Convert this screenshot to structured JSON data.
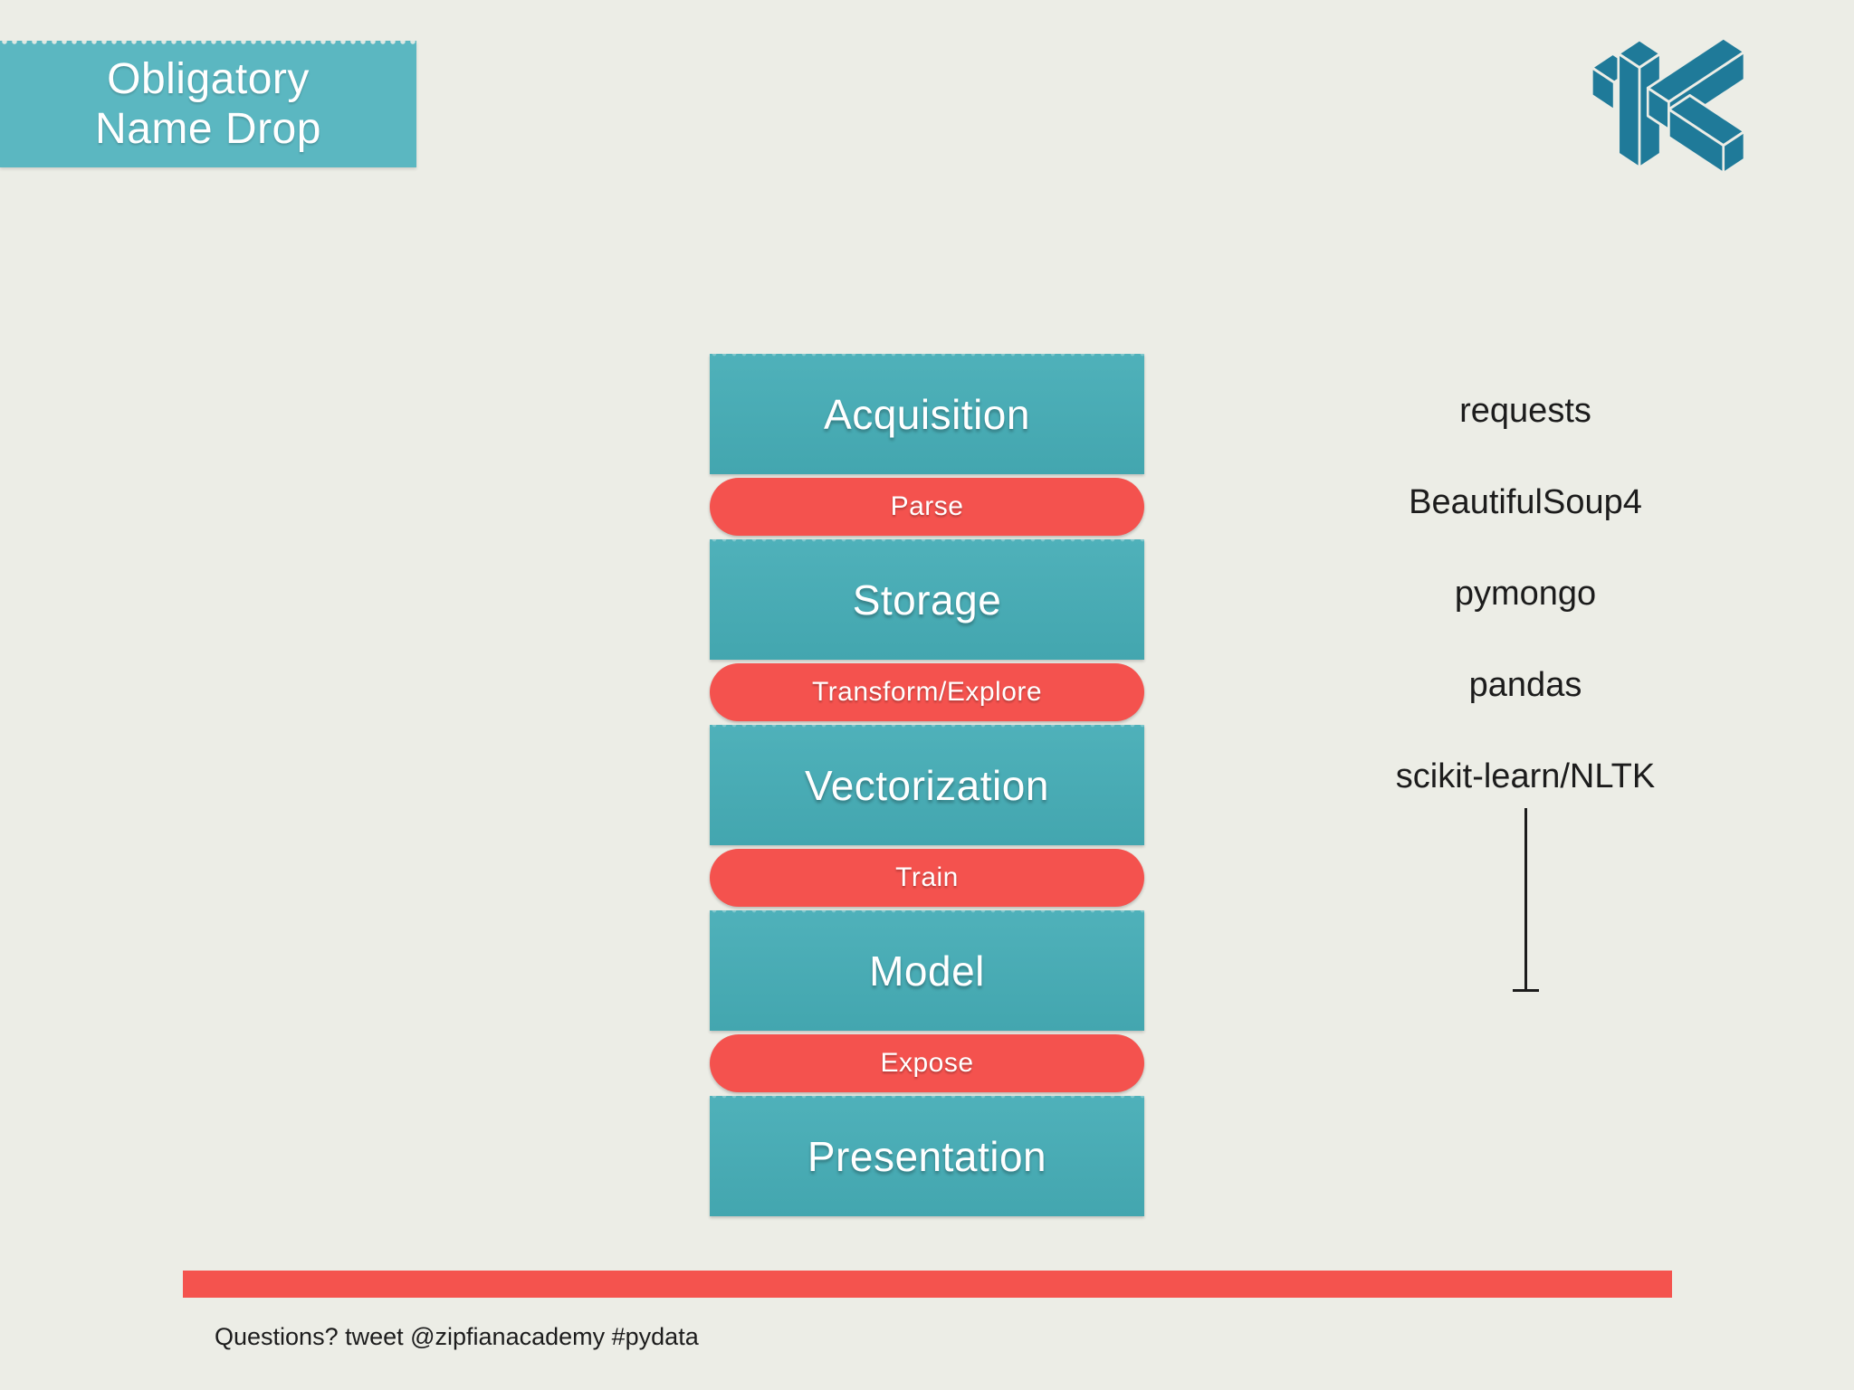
{
  "slide": {
    "title": {
      "line1": "Obligatory",
      "line2": "Name Drop"
    },
    "pipeline": [
      {
        "kind": "stage",
        "label": "Acquisition"
      },
      {
        "kind": "step",
        "label": "Parse"
      },
      {
        "kind": "stage",
        "label": "Storage"
      },
      {
        "kind": "step",
        "label": "Transform/Explore"
      },
      {
        "kind": "stage",
        "label": "Vectorization"
      },
      {
        "kind": "step",
        "label": "Train"
      },
      {
        "kind": "stage",
        "label": "Model"
      },
      {
        "kind": "step",
        "label": "Expose"
      },
      {
        "kind": "stage",
        "label": "Presentation"
      }
    ],
    "libraries": [
      "requests",
      "BeautifulSoup4",
      "pymongo",
      "pandas",
      "scikit-learn/NLTK"
    ],
    "footer": "Questions? tweet @zipfianacademy #pydata",
    "logo": "zipfian-knot-logo",
    "colors": {
      "background": "#ECEDE6",
      "stage_teal": "#47ABB4",
      "title_teal": "#5BB7C1",
      "accent_red": "#F4524E",
      "logo_teal": "#1F7A99",
      "text_dark": "#1C1C1C",
      "text_light": "#FFFFFF"
    }
  }
}
